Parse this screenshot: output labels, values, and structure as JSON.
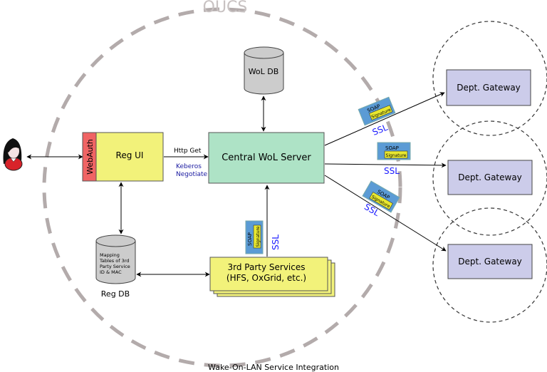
{
  "title": "Wake-On-LAN Service Integration",
  "boundary_label": "OUCS",
  "nodes": {
    "wol_db": "WoL DB",
    "webauth": "WebAuth",
    "reg_ui": "Reg UI",
    "central_server": "Central WoL Server",
    "reg_db": "Reg DB",
    "reg_db_content": [
      "Mapping",
      "Tables of 3rd",
      "Party Service",
      "ID & MAC"
    ],
    "third_party": [
      "3rd Party Services",
      "(HFS, OxGrid, etc.)"
    ],
    "gateways": [
      "Dept. Gateway",
      "Dept. Gateway",
      "Dept. Gateway"
    ]
  },
  "edges": {
    "http_get": "Http Get",
    "kerberos": [
      "Keberos",
      "Negotiate"
    ],
    "ssl": "SSL",
    "soap": "SOAP",
    "signature": "Signature"
  },
  "colors": {
    "boundary": "#b3abab",
    "server": "#aee3c6",
    "reg_ui": "#f2f27a",
    "webauth": "#f06464",
    "gateway": "#ccccea",
    "db": "#cccccc",
    "soap": "#5b9bd5",
    "ssl_text": "#1a1aff",
    "kerberos_text": "#1a1aa0"
  }
}
